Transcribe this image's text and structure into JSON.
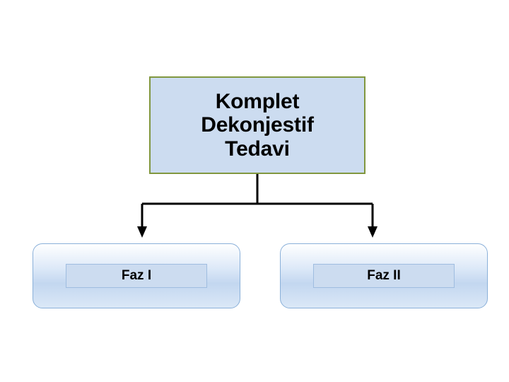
{
  "diagram": {
    "type": "flowchart",
    "title_box": {
      "label": "Komplet\nDekonjestif\nTedavi",
      "fill_color": "#ccdcf0",
      "border_color": "#81973f"
    },
    "nodes": [
      {
        "id": "phase-1",
        "label": "Faz I",
        "fill_color": "#ccdcf0",
        "border_color": "#8ab0d9"
      },
      {
        "id": "phase-2",
        "label": "Faz II",
        "fill_color": "#ccdcf0",
        "border_color": "#8ab0d9"
      }
    ],
    "connectors": [
      {
        "from": "title-box",
        "to": "phase-1",
        "style": "elbow-arrow",
        "color": "#000000"
      },
      {
        "from": "title-box",
        "to": "phase-2",
        "style": "elbow-arrow",
        "color": "#000000"
      }
    ]
  }
}
